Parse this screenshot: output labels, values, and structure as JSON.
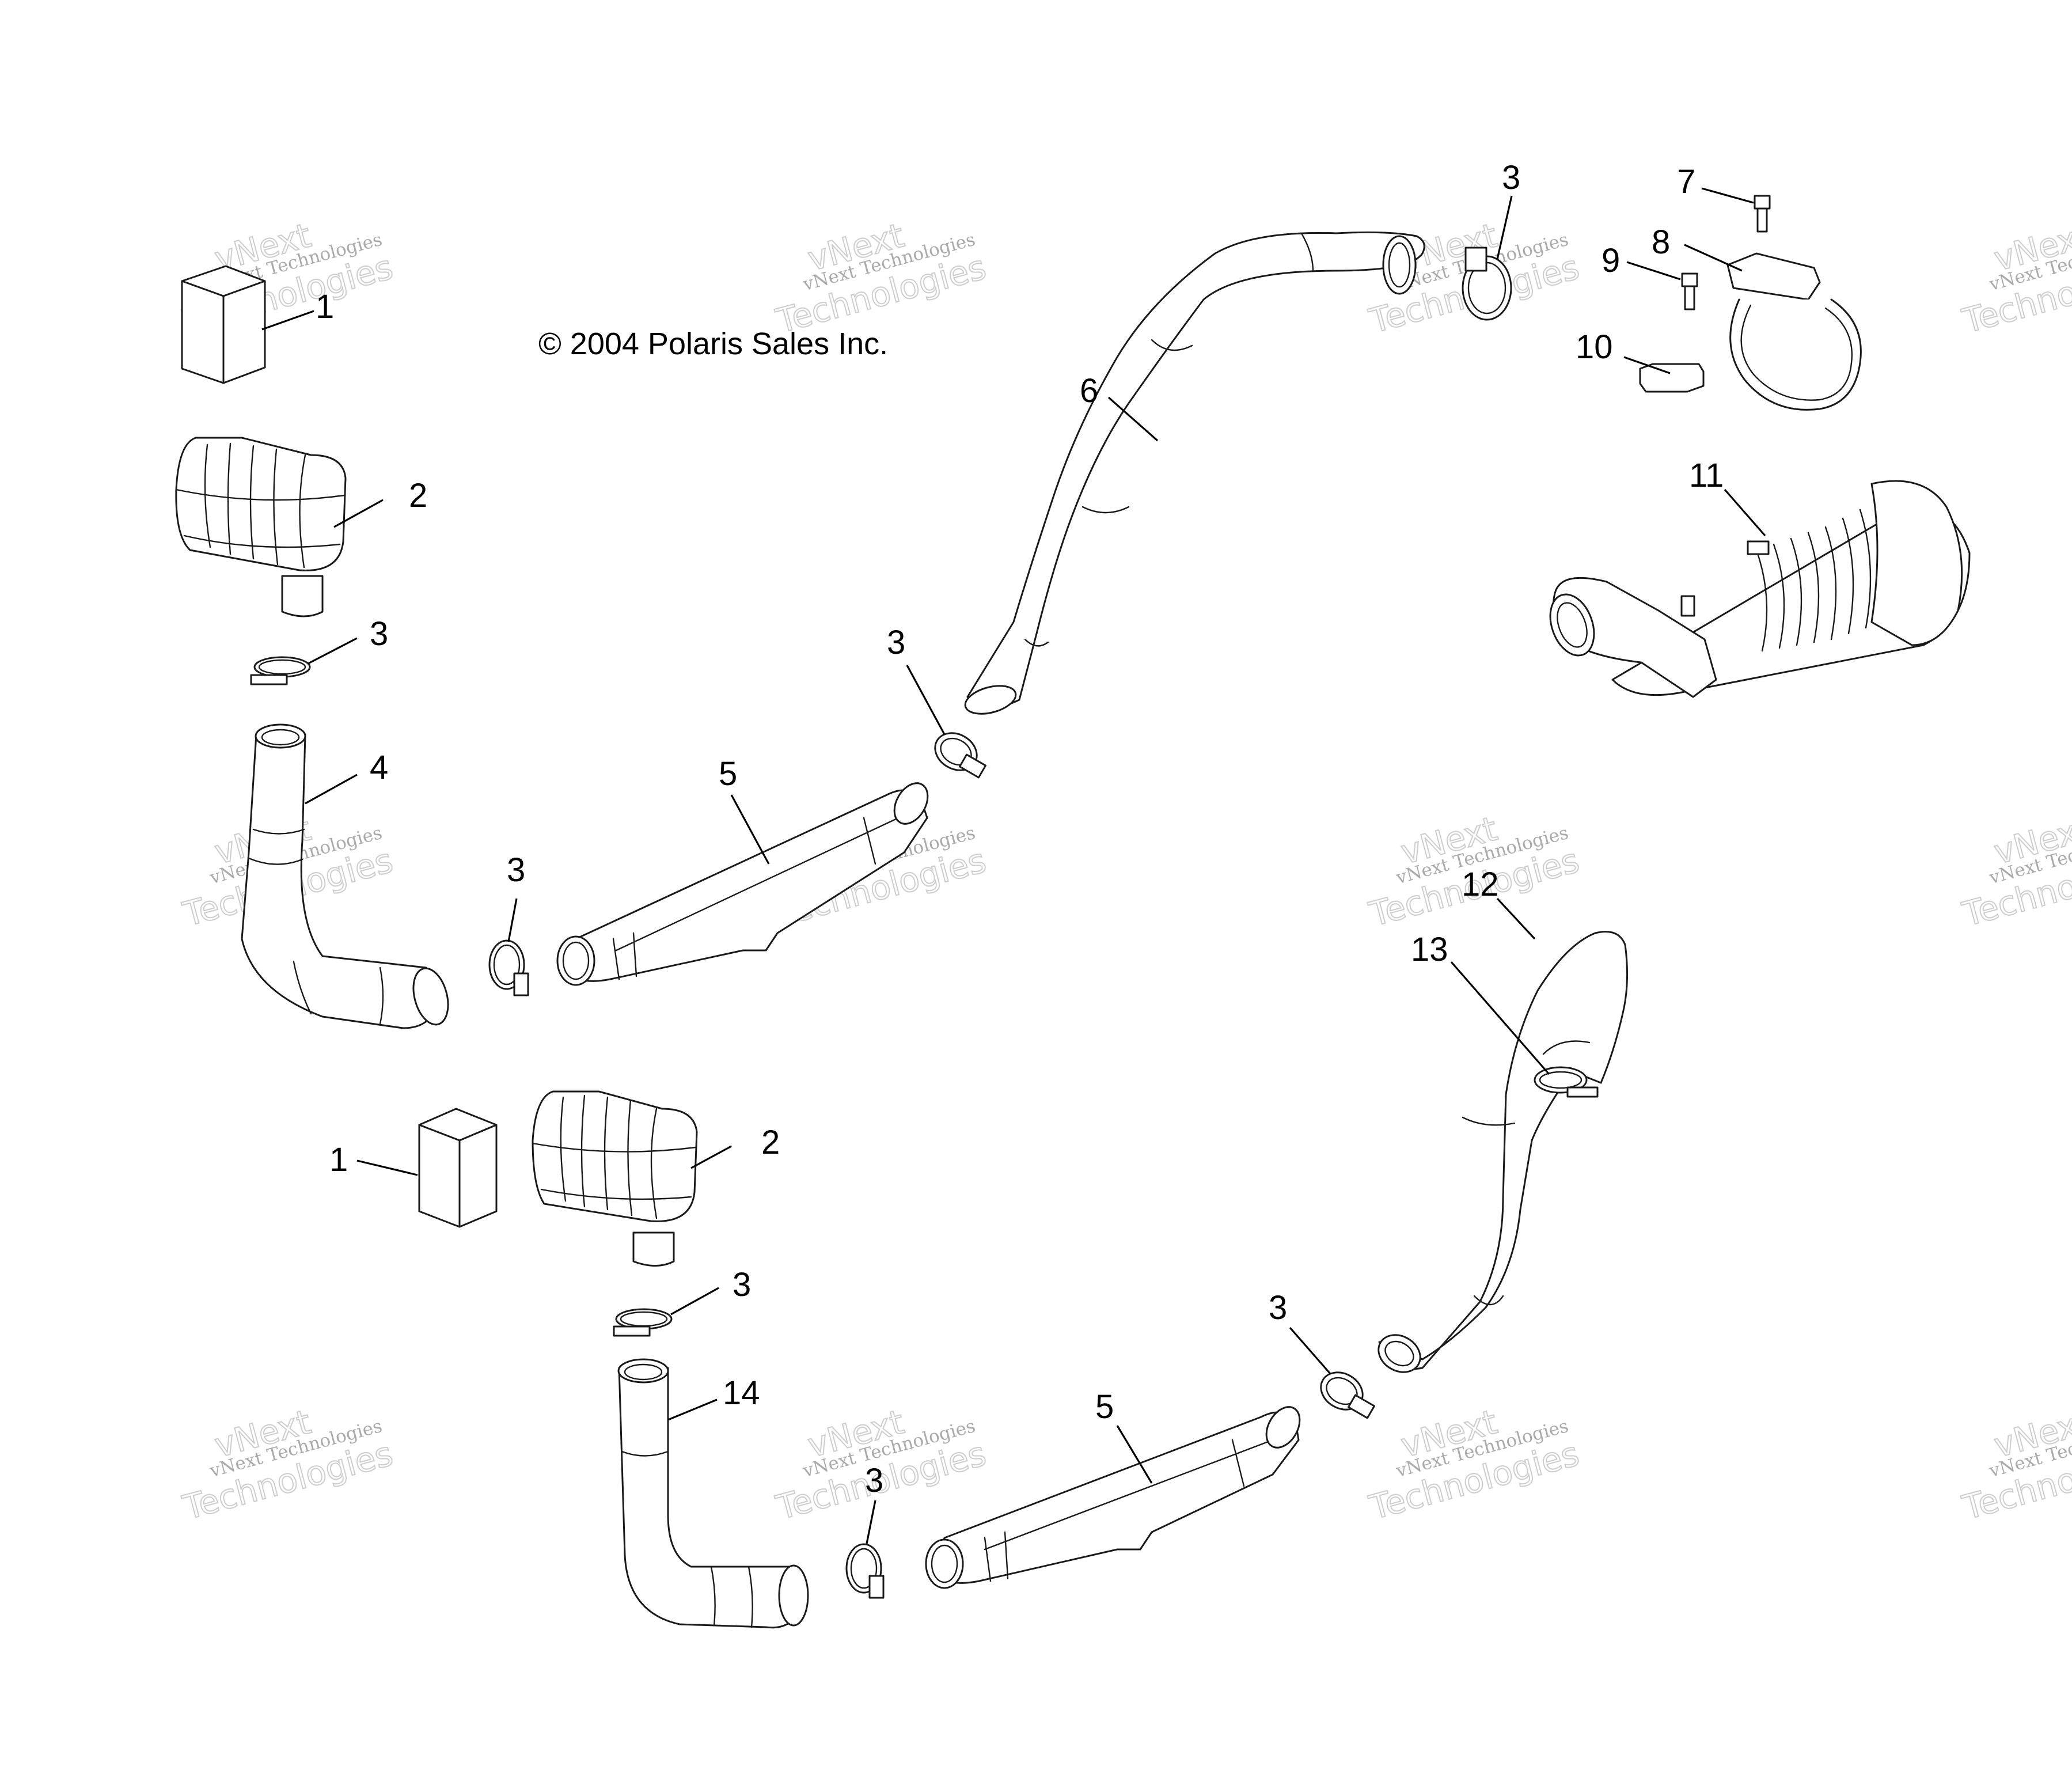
{
  "copyright": "© 2004 Polaris Sales Inc.",
  "callouts": {
    "c1_top": "1",
    "c2_top": "2",
    "c3_top_left": "3",
    "c4": "4",
    "c3_hose4": "3",
    "c5_upper": "5",
    "c3_upper_mid": "3",
    "c6": "6",
    "c3_top_right": "3",
    "c7": "7",
    "c8": "8",
    "c9": "9",
    "c10": "10",
    "c11": "11",
    "c12": "12",
    "c13": "13",
    "c1_bottom": "1",
    "c2_bottom": "2",
    "c3_bottom_left": "3",
    "c14": "14",
    "c3_bottom_mid": "3",
    "c5_lower": "5",
    "c3_bottom_right": "3"
  },
  "watermark": {
    "line_top": "vNext",
    "line1": "vNext Technologies",
    "line2": "Technologies"
  },
  "colors": {
    "ink": "#000000",
    "watermark": "#c4c4c4"
  }
}
